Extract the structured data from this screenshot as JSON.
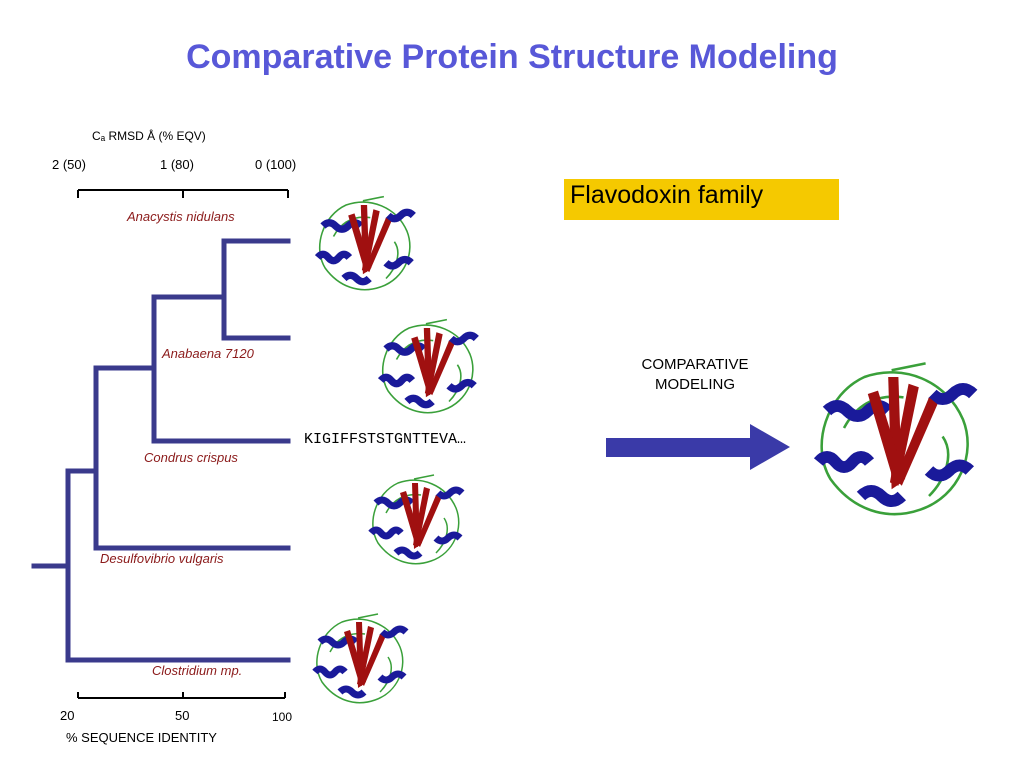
{
  "title": "Comparative Protein Structure Modeling",
  "rmsd_axis": {
    "label": "Cₐ RMSD Å (% EQV)",
    "ticks": [
      "2 (50)",
      "1 (80)",
      "0 (100)"
    ]
  },
  "identity_axis": {
    "label": "% SEQUENCE IDENTITY",
    "ticks": [
      "20",
      "50",
      "100"
    ]
  },
  "species": [
    "Anacystis nidulans",
    "Anabaena 7120",
    "Condrus crispus",
    "Desulfovibrio vulgaris",
    "Clostridium mp."
  ],
  "family_label": "Flavodoxin family",
  "modeling_label": {
    "line1": "COMPARATIVE",
    "line2": "MODELING"
  },
  "sequence": "KIGIFFSTSTGNTTEVA…",
  "colors": {
    "title": "#5858d8",
    "tree": "#3a3a8c",
    "family_bg": "#f5c900",
    "arrow": "#3a3aa8",
    "species_text": "#8b1a1a",
    "helix": "#1a1a9a",
    "strand": "#a01010",
    "coil": "#3aa03a"
  }
}
